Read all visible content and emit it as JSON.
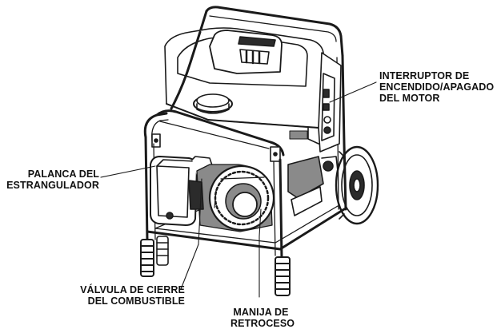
{
  "figure": {
    "subject_icon": "portable-generator-illustration"
  },
  "callouts": {
    "engine_switch": [
      "INTERRUPTOR DE",
      "ENCENDIDO/APAGADO",
      "DEL MOTOR"
    ],
    "choke_lever": [
      "PALANCA DEL",
      "ESTRANGULADOR"
    ],
    "fuel_valve": [
      "VÁLVULA DE CIERRE",
      "DEL COMBUSTIBLE"
    ],
    "recoil_handle": [
      "MANIJA DE",
      "RETROCESO"
    ]
  },
  "colors": {
    "line": "#1a1a1a",
    "fill_light": "#ffffff",
    "fill_shadow": "#8a8a8a",
    "fill_dark": "#2b2b2b"
  }
}
